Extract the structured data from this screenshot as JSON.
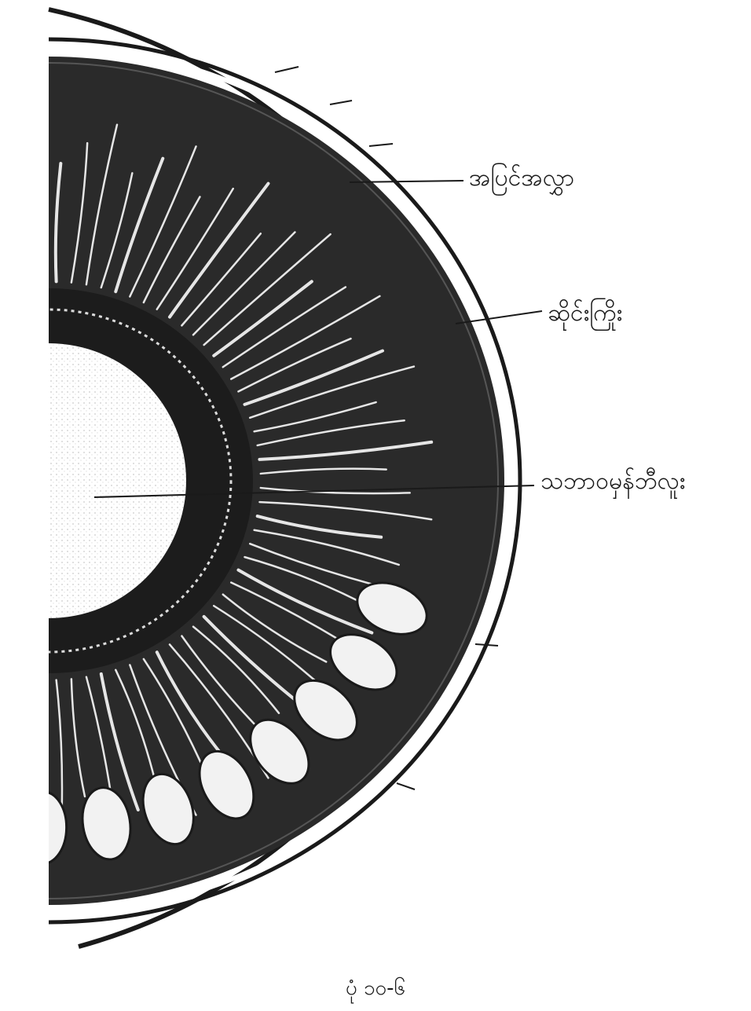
{
  "figure": {
    "labels": {
      "outer": "အပြင်အလွှာ",
      "middle": "ဆိုင်းကြိုး",
      "inner": "သဘာဝမှန်ဘီလူး"
    },
    "caption": "ပုံ ၁၀-၆",
    "colors": {
      "ink": "#1a1a1a",
      "tissue": "#2b2b2b",
      "paper": "#ffffff",
      "speckle": "#c9c9c9"
    }
  }
}
